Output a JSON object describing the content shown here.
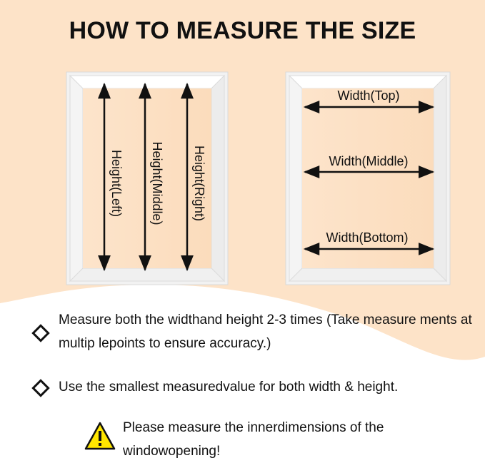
{
  "title": "HOW TO MEASURE THE SIZE",
  "left_frame": {
    "labels": [
      "Height(Left)",
      "Height(Middle)",
      "Height(Right)"
    ]
  },
  "right_frame": {
    "labels": [
      "Width(Top)",
      "Width(Middle)",
      "Width(Bottom)"
    ]
  },
  "bullets": [
    "Measure both the widthand height 2-3 times (Take measure ments at multip lepoints to ensure accuracy.)",
    "Use the smallest measuredvalue for both width & height."
  ],
  "warning": {
    "icon": "warning-triangle-icon",
    "text": "Please measure the innerdimensions of the windowopening!"
  },
  "colors": {
    "background_peach": "#fde3c8",
    "frame_white": "#ffffff",
    "frame_shade": "#e3e3e3",
    "arrow": "#111111",
    "warning_yellow": "#ffe600"
  }
}
